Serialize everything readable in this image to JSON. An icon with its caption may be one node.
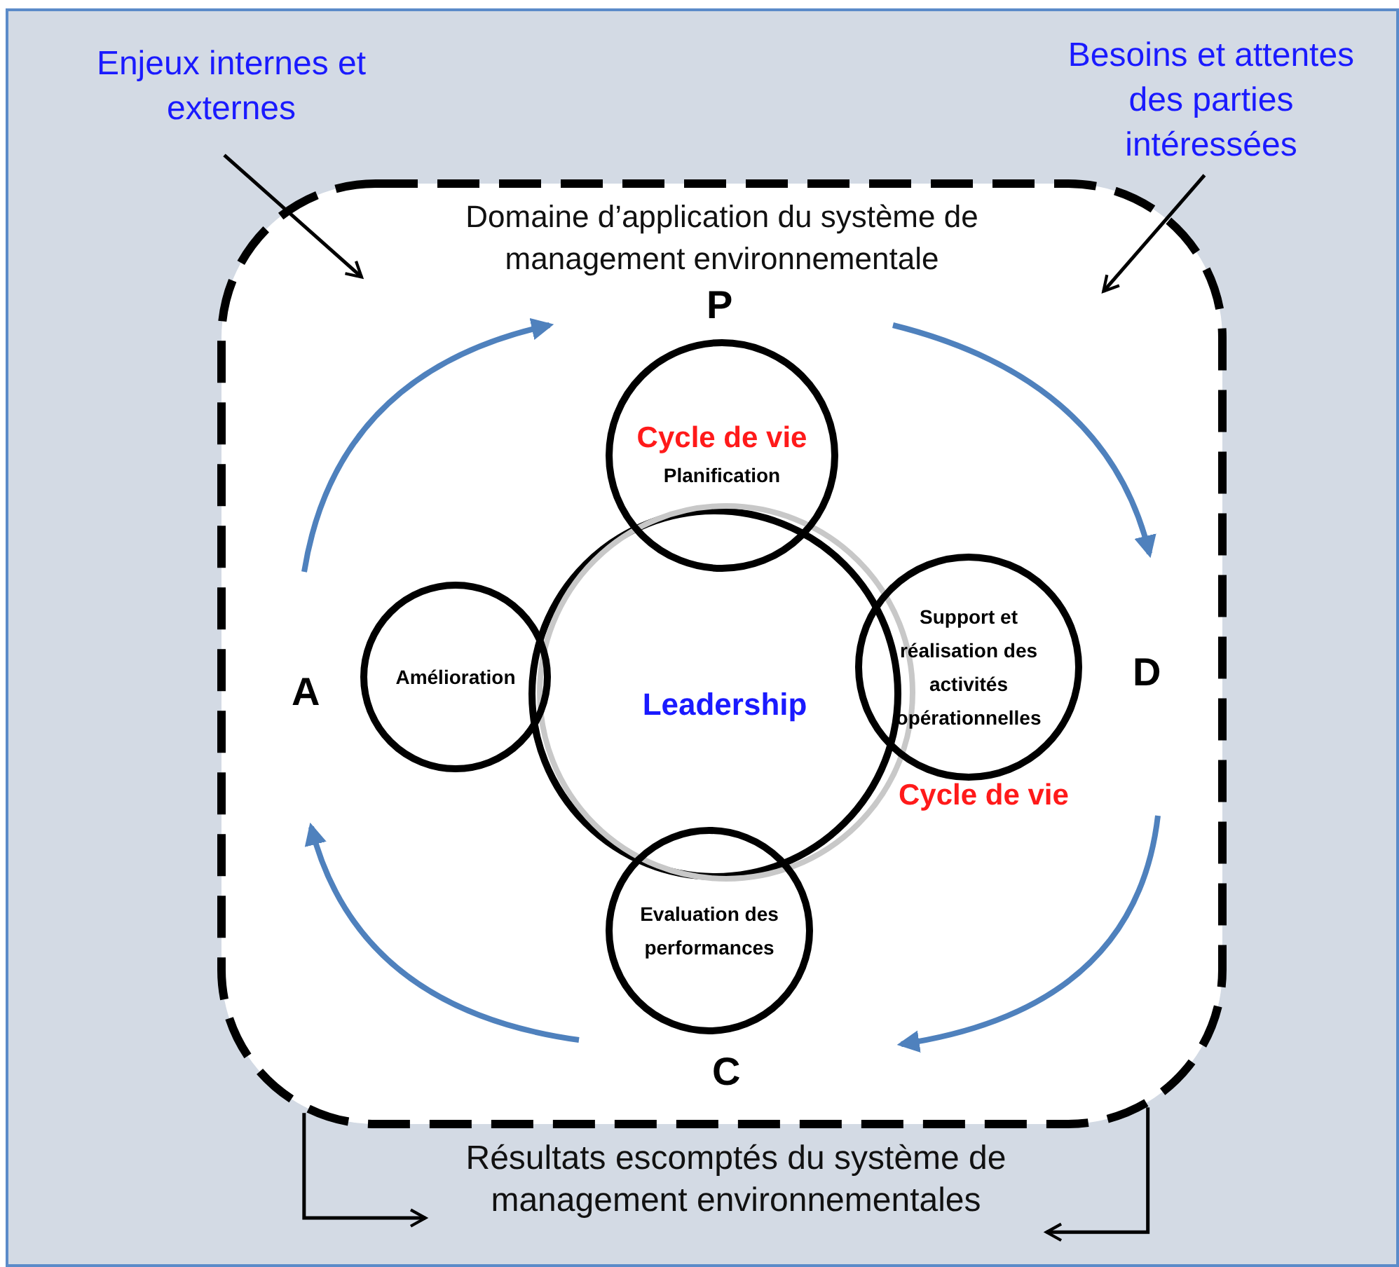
{
  "diagram": {
    "nodes": [
      {
        "text": [
          "Enjeux internes et externes"
        ]
      },
      {
        "text": [
          "Besoins et attentes des parties intéressées"
        ]
      },
      {
        "text": [
          "Domaine d’application du système de management environnementale"
        ]
      },
      {
        "text": [
          "Cycle de vie",
          "Planification"
        ],
        "in": 2
      },
      {
        "text": [
          "Amélioration"
        ],
        "in": 2
      },
      {
        "text": [
          "Leadership"
        ],
        "in": 2
      },
      {
        "text": [
          "Support et réalisation des activités opérationnelles"
        ],
        "beside": [
          "Cycle de vie"
        ],
        "in": 2
      },
      {
        "text": [
          "Evaluation des performances"
        ],
        "in": 2
      },
      {
        "text": [
          "Résultats escomptés du système de management environnementales"
        ]
      }
    ],
    "edges": [
      {
        "from": 0,
        "to": 2,
        "arrow": "to"
      },
      {
        "from": 1,
        "to": 2,
        "arrow": "to"
      },
      {
        "from": 2,
        "to": 8,
        "arrow": "to"
      },
      {
        "from": 2,
        "to": 8,
        "arrow": "to"
      }
    ],
    "labels": [
      "P",
      "A",
      "D",
      "C"
    ]
  }
}
